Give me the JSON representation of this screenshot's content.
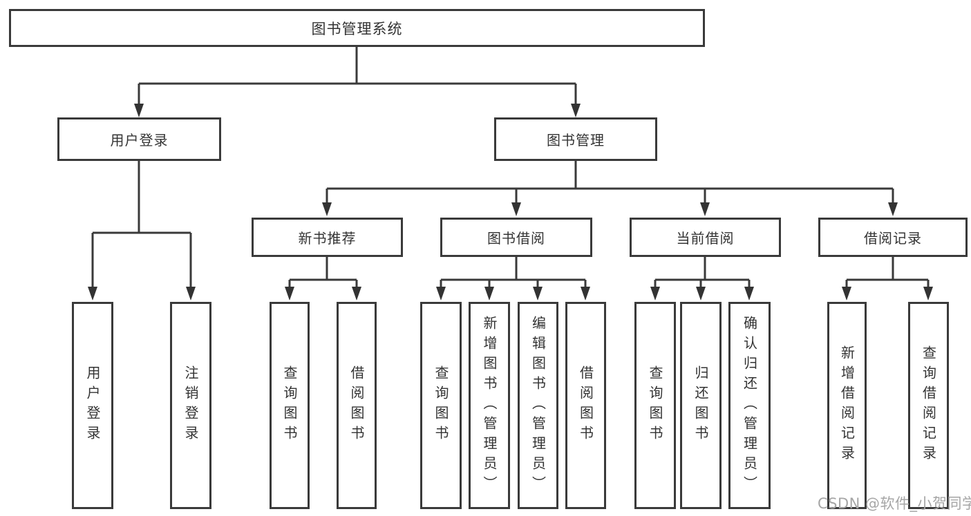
{
  "diagram": {
    "tree": {
      "label": "图书管理系统",
      "children": [
        {
          "label": "用户登录",
          "children": [
            {
              "label": "用户登录"
            },
            {
              "label": "注销登录"
            }
          ]
        },
        {
          "label": "图书管理",
          "children": [
            {
              "label": "新书推荐",
              "children": [
                {
                  "label": "查询图书"
                },
                {
                  "label": "借阅图书"
                }
              ]
            },
            {
              "label": "图书借阅",
              "children": [
                {
                  "label": "查询图书"
                },
                {
                  "label": "新增图书（管理员）"
                },
                {
                  "label": "编辑图书（管理员）"
                },
                {
                  "label": "借阅图书"
                }
              ]
            },
            {
              "label": "当前借阅",
              "children": [
                {
                  "label": "查询图书"
                },
                {
                  "label": "归还图书"
                },
                {
                  "label": "确认归还（管理员）"
                }
              ]
            },
            {
              "label": "借阅记录",
              "children": [
                {
                  "label": "新增借阅记录"
                },
                {
                  "label": "查询借阅记录"
                }
              ]
            }
          ]
        }
      ]
    },
    "colors": {
      "line": "#3a3a3a",
      "text": "#333333",
      "watermark": "#a6a6a6",
      "background": "#ffffff"
    }
  },
  "watermark": "CSDN @软件_小贺同学"
}
